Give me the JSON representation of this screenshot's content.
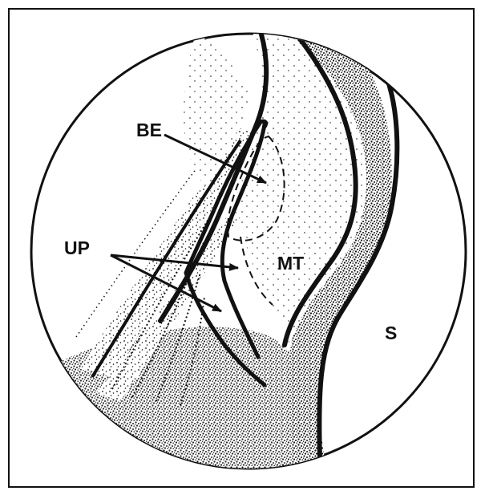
{
  "labels": {
    "be": "BE",
    "up": "UP",
    "mt": "MT",
    "s": "S"
  },
  "colors": {
    "ink": "#111111",
    "paper": "#ffffff"
  }
}
